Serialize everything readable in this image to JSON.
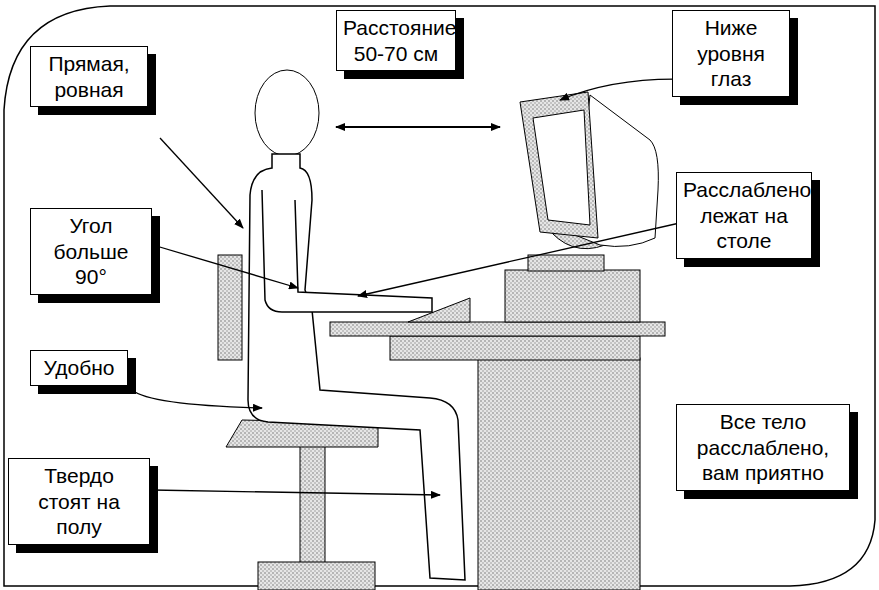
{
  "diagram": {
    "nodes": [
      {
        "text": [
          "Расстояние 50-70 см"
        ]
      },
      {
        "text": [
          "Ниже уровня глаз"
        ]
      },
      {
        "text": [
          "Прямая, ровная"
        ]
      },
      {
        "text": [
          "Расслаблено лежат на столе"
        ]
      },
      {
        "text": [
          "Угол больше 90°"
        ]
      },
      {
        "text": [
          "Удобно"
        ]
      },
      {
        "text": [
          "Все тело расслаблено, вам приятно"
        ]
      },
      {
        "text": [
          "Твердо стоят на полу"
        ]
      }
    ]
  }
}
